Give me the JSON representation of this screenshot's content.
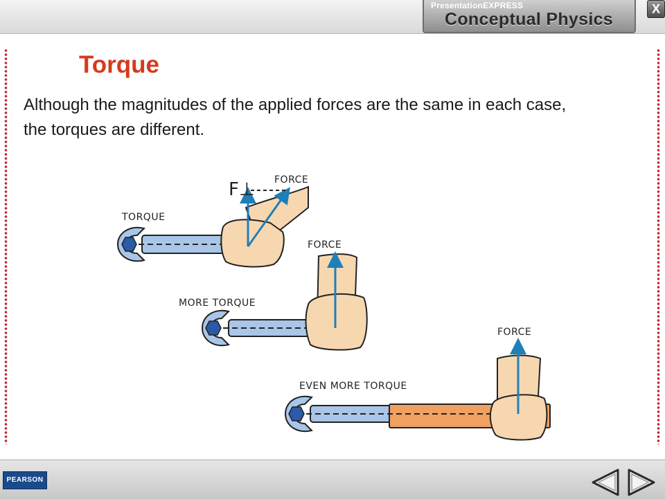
{
  "header": {
    "brand_line1": "PresentationEXPRESS",
    "brand_line2": "Conceptual Physics",
    "close_label": "X"
  },
  "slide": {
    "title": "Torque",
    "body": "Although the magnitudes of the applied forces are the same in each case, the torques are different."
  },
  "diagram": {
    "panel1": {
      "force_component": "F⊥",
      "force": "FORCE",
      "torque": "TORQUE"
    },
    "panel2": {
      "force": "FORCE",
      "torque": "MORE TORQUE"
    },
    "panel3": {
      "force": "FORCE",
      "torque": "EVEN MORE TORQUE"
    }
  },
  "footer": {
    "logo_text": "PEARSON",
    "prev_icon": "prev-arrow-icon",
    "next_icon": "next-arrow-icon"
  },
  "colors": {
    "title": "#d63a1c",
    "dots": "#c0282d",
    "wrench_fill": "#a9c6e8",
    "pipe_fill": "#f0a060",
    "skin": "#f7d7b0",
    "arrow": "#1f7fb8"
  }
}
